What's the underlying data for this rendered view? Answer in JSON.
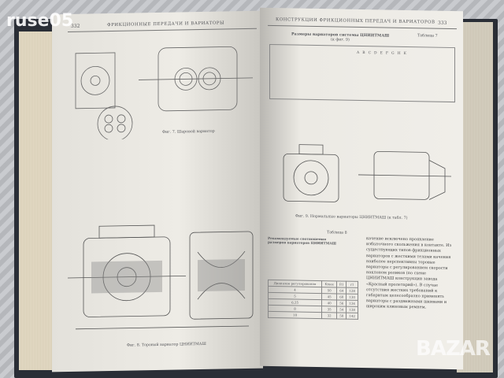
{
  "watermark": {
    "top_left": "ruse05",
    "bottom_right": "BAZAR"
  },
  "left_page": {
    "page_number": "332",
    "running_head": "ФРИКЦИОННЫЕ ПЕРЕДАЧИ И ВАРИАТОРЫ",
    "fig7_caption": "Фиг. 7. Шаровой вариатор",
    "fig8_caption": "Фиг. 8. Торовый вариатор ЦНИИТМАШ"
  },
  "right_page": {
    "page_number": "333",
    "running_head": "КОНСТРУКЦИИ ФРИКЦИОННЫХ ПЕРЕДАЧ И ВАРИАТОРОВ",
    "table7_label": "Таблица 7",
    "table7_title": "Размеры вариаторов системы ЦНИИТМАШ",
    "table7_subtitle": "(к фиг. 9)",
    "table7_headers": [
      "A",
      "B",
      "C",
      "D",
      "E",
      "F",
      "G",
      "H",
      "K"
    ],
    "fig9_caption": "Фиг. 9. Нормальные вариаторы ЦНИИТМАШ (к табл. 7)",
    "table8_label": "Таблица 8",
    "table8_title": "Рекомендуемые соотношения размеров вариаторов ЦНИИТМАШ",
    "table8_headers": [
      "Диапазон регулирования",
      "Kmax",
      "R1",
      "r1"
    ],
    "table8_rows": [
      [
        "4",
        "50",
        "64",
        "128"
      ],
      [
        "5",
        "45",
        "60",
        "130"
      ],
      [
        "6,25",
        "40",
        "56",
        "134"
      ],
      [
        "8",
        "35",
        "54",
        "138"
      ],
      [
        "10",
        "32",
        "50",
        "142"
      ]
    ],
    "body_text": "качение исключено проявление избыточного скольжения в контакте. Из существующих типов фрикционных вариаторов с жесткими телами качения наиболее перспективны торовые вариаторы с регулированием скорости наклоном роликов (по схеме ЦНИИТМАШ конструкции завода «Красный пролетарий»). В случае отсутствия жестких требований к габаритам целесообразно применять вариаторы с раздвижными шкивами и широким клиновым ремнем."
  }
}
